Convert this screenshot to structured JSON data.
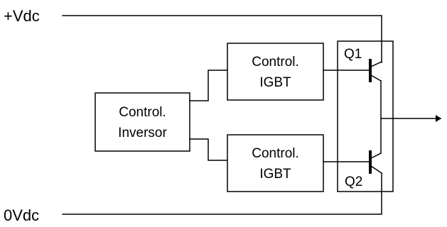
{
  "rails": {
    "positive": "+Vdc",
    "zero": "0Vdc"
  },
  "blocks": {
    "inverter_control": {
      "line1": "Control.",
      "line2": "Inversor"
    },
    "igbt_control_top": {
      "line1": "Control.",
      "line2": "IGBT"
    },
    "igbt_control_bottom": {
      "line1": "Control.",
      "line2": "IGBT"
    }
  },
  "transistors": {
    "q1": "Q1",
    "q2": "Q2"
  }
}
